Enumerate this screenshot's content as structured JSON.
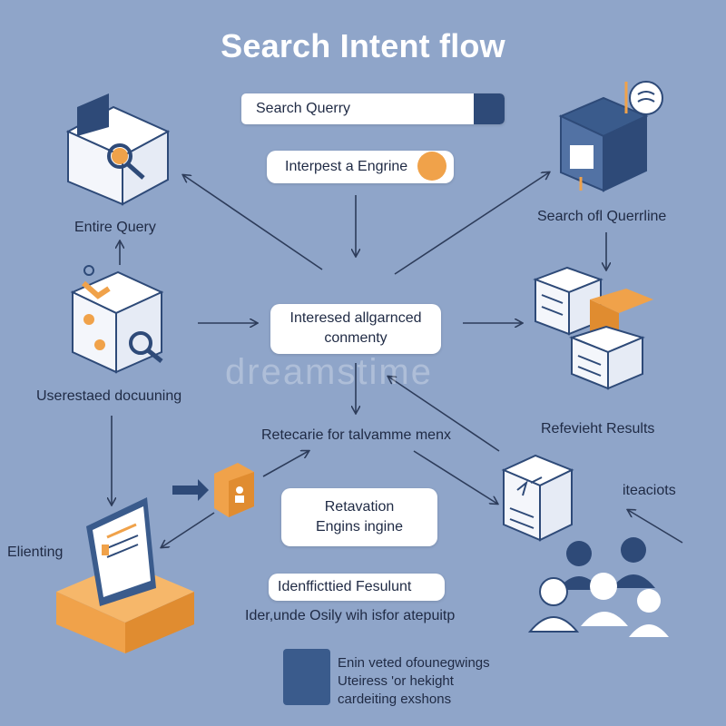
{
  "title": "Search Intent flow",
  "search": {
    "query": "Search Querry"
  },
  "interpret": {
    "label": "Interpest a Engrine"
  },
  "center": {
    "line1": "Interesed allgarnced",
    "line2": "conmenty"
  },
  "labels": {
    "entire_query": "Entire Query",
    "search_querrline": "Search ofl Querrline",
    "understand": "Userestaed docuuning",
    "relevant_results": "Refevieht Results",
    "retecarie": "Retecarie for talvamme menx",
    "interactions": "iteaciots",
    "elienting": "Elienting",
    "identified": "Idenfficttied Fesulunt",
    "understand_bottom": "Ider,unde Osily wih isfor atepuitp"
  },
  "retrieval": {
    "line1": "Retavation",
    "line2": "Engins ingine"
  },
  "legend": {
    "line1": "Enin veted ofounegwings",
    "line2": "Uteiress 'or hekight",
    "line3": "cardeiting exshons"
  },
  "watermark": "dreamstime",
  "colors": {
    "background": "#8fa5c9",
    "navy": "#2e4a78",
    "accent_orange": "#f0a24a",
    "white": "#ffffff",
    "text": "#1f2a44"
  }
}
